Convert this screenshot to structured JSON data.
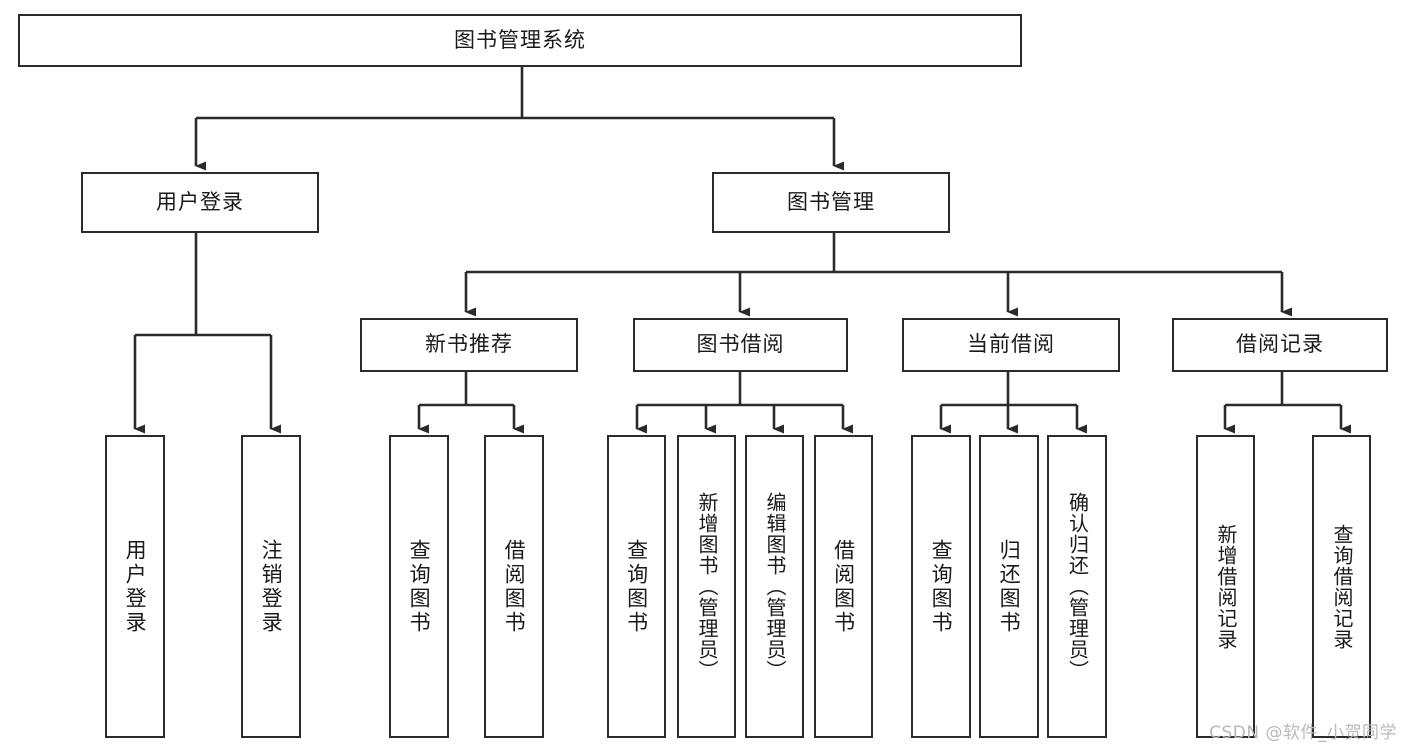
{
  "diagram": {
    "title": "图书管理系统",
    "type": "tree",
    "watermark": "CSDN @软件_小贺同学",
    "colors": {
      "stroke": "#2b2b2b",
      "fill": "#ffffff",
      "text": "#1a1a1a",
      "watermark": "#b9b9b9"
    },
    "nodes": {
      "root": {
        "label": "图书管理系统"
      },
      "level2": [
        {
          "id": "user-login",
          "label": "用户登录"
        },
        {
          "id": "book-management",
          "label": "图书管理"
        }
      ],
      "level3": [
        {
          "id": "new-book-recommend",
          "label": "新书推荐"
        },
        {
          "id": "book-borrow",
          "label": "图书借阅"
        },
        {
          "id": "current-borrow",
          "label": "当前借阅"
        },
        {
          "id": "borrow-record",
          "label": "借阅记录"
        }
      ],
      "leaves": {
        "user-login": [
          {
            "id": "leaf-user-login",
            "label": "用户登录"
          },
          {
            "id": "leaf-logout-login",
            "label": "注销登录"
          }
        ],
        "new-book-recommend": [
          {
            "id": "leaf-query-book-1",
            "label": "查询图书"
          },
          {
            "id": "leaf-borrow-book-1",
            "label": "借阅图书"
          }
        ],
        "book-borrow": [
          {
            "id": "leaf-query-book-2",
            "label": "查询图书"
          },
          {
            "id": "leaf-add-book",
            "label": "新增图书（管理员）"
          },
          {
            "id": "leaf-edit-book",
            "label": "编辑图书（管理员）"
          },
          {
            "id": "leaf-borrow-book-2",
            "label": "借阅图书"
          }
        ],
        "current-borrow": [
          {
            "id": "leaf-query-book-3",
            "label": "查询图书"
          },
          {
            "id": "leaf-return-book",
            "label": "归还图书"
          },
          {
            "id": "leaf-confirm-return",
            "label": "确认归还（管理员）"
          }
        ],
        "borrow-record": [
          {
            "id": "leaf-add-record",
            "label": "新增借阅记录"
          },
          {
            "id": "leaf-query-record",
            "label": "查询借阅记录"
          }
        ]
      }
    }
  }
}
